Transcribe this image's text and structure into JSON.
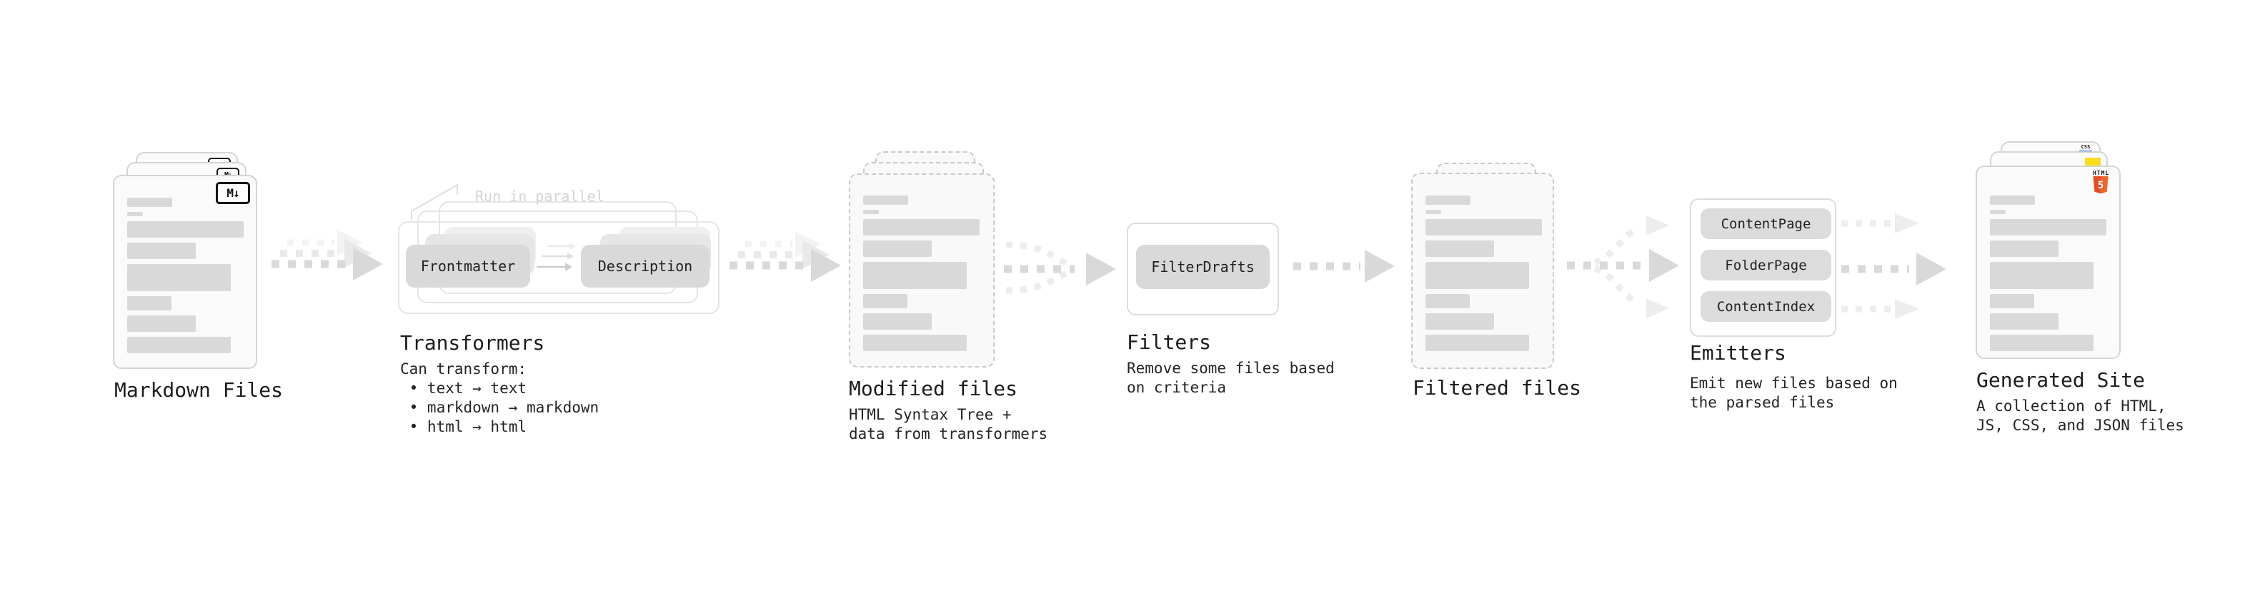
{
  "colors": {
    "text": "#1f1f1f",
    "arrow": "#d9d9d9",
    "arrow_faint": "#ededed",
    "accent_html5": "#e44d26",
    "accent_html5_light": "#f16529",
    "accent_js": "#f7df1e",
    "accent_css": "#2965f1"
  },
  "stages": {
    "markdown_files": {
      "label": "Markdown Files",
      "badge": "M↓"
    },
    "transformers": {
      "label": "Transformers",
      "note": "Run in parallel",
      "buttons": {
        "frontmatter": "Frontmatter",
        "description": "Description"
      },
      "description": "Can transform:\n • text → text\n • markdown → markdown\n • html → html"
    },
    "modified_files": {
      "label": "Modified files",
      "description": "HTML Syntax Tree +\ndata from transformers"
    },
    "filters": {
      "label": "Filters",
      "buttons": {
        "filter_drafts": "FilterDrafts"
      },
      "description": "Remove some files based\non criteria"
    },
    "filtered_files": {
      "label": "Filtered files"
    },
    "emitters": {
      "label": "Emitters",
      "buttons": {
        "content_page": "ContentPage",
        "folder_page": "FolderPage",
        "content_index": "ContentIndex"
      },
      "description": "Emit new files based on\nthe parsed files"
    },
    "generated_site": {
      "label": "Generated Site",
      "badges": {
        "html_word": "HTML",
        "html_number": "5",
        "css": "CSS"
      },
      "description": "A collection of HTML,\nJS, CSS, and JSON files"
    }
  }
}
